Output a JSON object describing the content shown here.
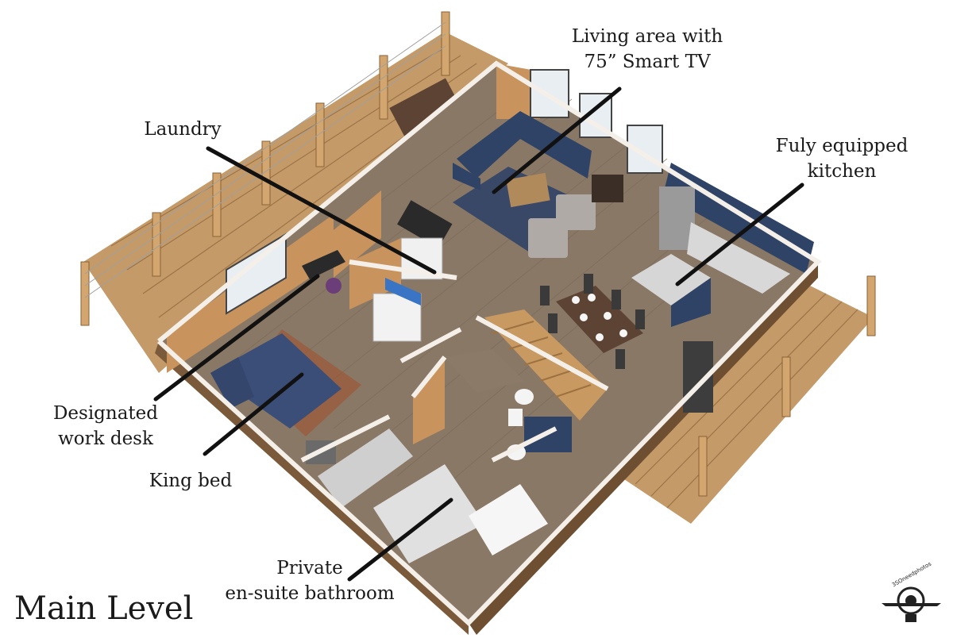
{
  "title": "Main Level",
  "watermark_text": "3SOneedphotos",
  "labels": {
    "living": [
      "Living area with",
      "75” Smart TV"
    ],
    "laundry": [
      "Laundry"
    ],
    "kitchen": [
      "Fuly equipped",
      "kitchen"
    ],
    "desk": [
      "Designated",
      "work desk"
    ],
    "bed": [
      "King bed"
    ],
    "bath": [
      "Private",
      "en-suite bathroom"
    ]
  },
  "colors": {
    "deck": "#b88a5a",
    "floor": "#8c7a68",
    "wall_top": "#f4efe8",
    "wood_wall": "#c8935c",
    "navy": "#2f4366",
    "counter": "#d8d8d8",
    "callout": "#111111"
  }
}
